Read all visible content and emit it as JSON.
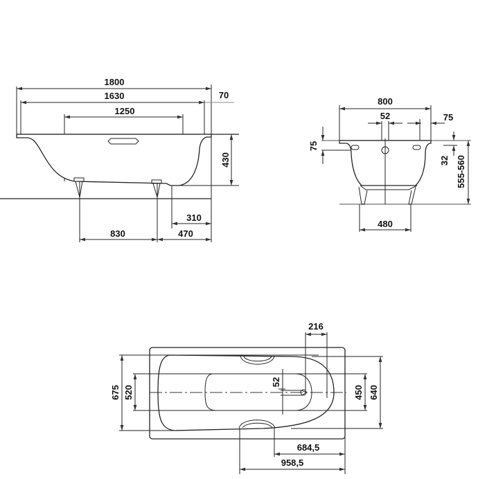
{
  "drawing": {
    "subject": "Bathtub technical dimension drawing",
    "units": "mm",
    "views": {
      "side_view": {
        "dimensions": {
          "overall_length": "1800",
          "inner_length": "1630",
          "rim_offset": "70",
          "bottom_length": "1250",
          "depth": "430",
          "foot_spacing": "830",
          "foot_to_end": "470",
          "drain_to_end": "310"
        }
      },
      "end_view": {
        "dimensions": {
          "width": "800",
          "overflow_diameter": "52",
          "rim_width": "75",
          "overflow_height": "75",
          "rim_thickness": "32",
          "total_height": "555-560",
          "foot_width": "480"
        }
      },
      "plan_view": {
        "dimensions": {
          "outer_width": "675",
          "bottom_width": "520",
          "drain_offset": "216",
          "drain_diameter": "52",
          "inner_bottom_width": "450",
          "inner_width": "640",
          "handle_inner_to_end": "684,5",
          "handle_outer_to_end": "958,5"
        }
      }
    }
  }
}
